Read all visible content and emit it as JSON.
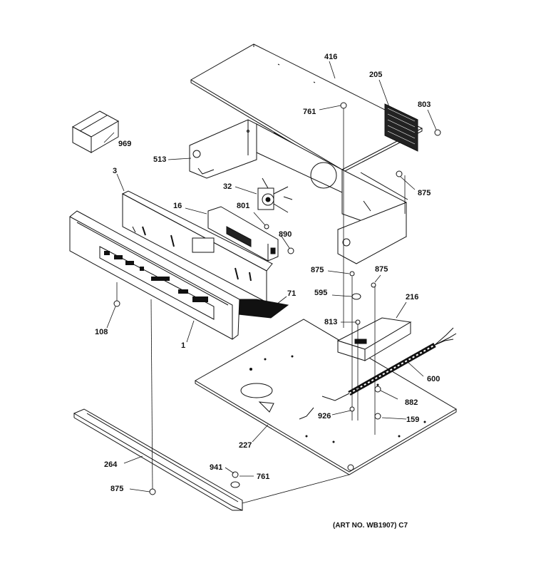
{
  "part_labels": [
    {
      "id": "416",
      "text": "416"
    },
    {
      "id": "205",
      "text": "205"
    },
    {
      "id": "761a",
      "text": "761"
    },
    {
      "id": "803",
      "text": "803"
    },
    {
      "id": "969",
      "text": "969"
    },
    {
      "id": "513",
      "text": "513"
    },
    {
      "id": "3",
      "text": "3"
    },
    {
      "id": "32",
      "text": "32"
    },
    {
      "id": "875a",
      "text": "875"
    },
    {
      "id": "16",
      "text": "16"
    },
    {
      "id": "801",
      "text": "801"
    },
    {
      "id": "890",
      "text": "890"
    },
    {
      "id": "875b",
      "text": "875"
    },
    {
      "id": "875c",
      "text": "875"
    },
    {
      "id": "595",
      "text": "595"
    },
    {
      "id": "71",
      "text": "71"
    },
    {
      "id": "216",
      "text": "216"
    },
    {
      "id": "108",
      "text": "108"
    },
    {
      "id": "813",
      "text": "813"
    },
    {
      "id": "1",
      "text": "1"
    },
    {
      "id": "600",
      "text": "600"
    },
    {
      "id": "882",
      "text": "882"
    },
    {
      "id": "926",
      "text": "926"
    },
    {
      "id": "159",
      "text": "159"
    },
    {
      "id": "227",
      "text": "227"
    },
    {
      "id": "264",
      "text": "264"
    },
    {
      "id": "941",
      "text": "941"
    },
    {
      "id": "761b",
      "text": "761"
    },
    {
      "id": "875d",
      "text": "875"
    }
  ],
  "art_number": "(ART NO. WB1907) C7"
}
